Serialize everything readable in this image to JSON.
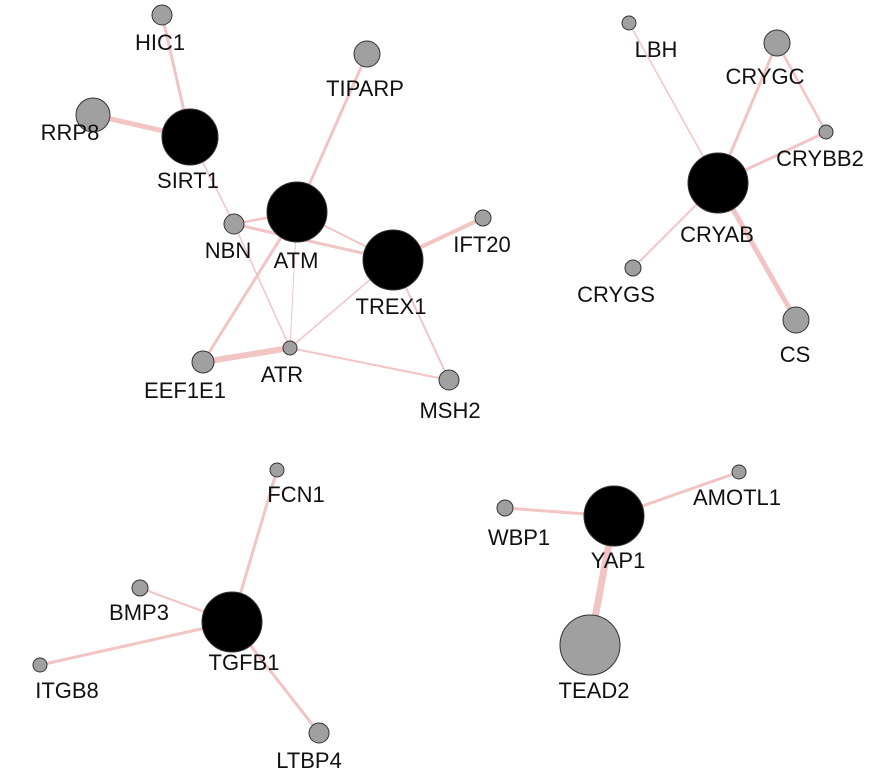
{
  "colors": {
    "hub": "#000000",
    "node": "#a0a0a0",
    "edge": "#f2c4c4",
    "label": "#111111"
  },
  "nodes": [
    {
      "id": "HIC1",
      "type": "node"
    },
    {
      "id": "RRP8",
      "type": "node"
    },
    {
      "id": "SIRT1",
      "type": "hub"
    },
    {
      "id": "TIPARP",
      "type": "node"
    },
    {
      "id": "ATM",
      "type": "hub"
    },
    {
      "id": "NBN",
      "type": "node"
    },
    {
      "id": "TREX1",
      "type": "hub"
    },
    {
      "id": "IFT20",
      "type": "node"
    },
    {
      "id": "EEF1E1",
      "type": "node"
    },
    {
      "id": "ATR",
      "type": "node"
    },
    {
      "id": "MSH2",
      "type": "node"
    },
    {
      "id": "LBH",
      "type": "node"
    },
    {
      "id": "CRYGC",
      "type": "node"
    },
    {
      "id": "CRYBB2",
      "type": "node"
    },
    {
      "id": "CRYAB",
      "type": "hub"
    },
    {
      "id": "CRYGS",
      "type": "node"
    },
    {
      "id": "CS",
      "type": "node"
    },
    {
      "id": "FCN1",
      "type": "node"
    },
    {
      "id": "BMP3",
      "type": "node"
    },
    {
      "id": "ITGB8",
      "type": "node"
    },
    {
      "id": "TGFB1",
      "type": "hub"
    },
    {
      "id": "LTBP4",
      "type": "node"
    },
    {
      "id": "WBP1",
      "type": "node"
    },
    {
      "id": "AMOTL1",
      "type": "node"
    },
    {
      "id": "YAP1",
      "type": "hub"
    },
    {
      "id": "TEAD2",
      "type": "node"
    }
  ],
  "edges": [
    [
      "SIRT1",
      "HIC1",
      3
    ],
    [
      "SIRT1",
      "RRP8",
      5
    ],
    [
      "SIRT1",
      "NBN",
      1.5
    ],
    [
      "NBN",
      "ATM",
      2.5
    ],
    [
      "NBN",
      "TREX1",
      3
    ],
    [
      "NBN",
      "ATR",
      1.5
    ],
    [
      "ATM",
      "TIPARP",
      3
    ],
    [
      "ATM",
      "TREX1",
      2
    ],
    [
      "ATM",
      "EEF1E1",
      3
    ],
    [
      "ATM",
      "ATR",
      1
    ],
    [
      "TREX1",
      "IFT20",
      4
    ],
    [
      "TREX1",
      "ATR",
      1.5
    ],
    [
      "TREX1",
      "MSH2",
      2
    ],
    [
      "EEF1E1",
      "ATR",
      6
    ],
    [
      "ATR",
      "MSH2",
      2
    ],
    [
      "CRYAB",
      "LBH",
      1.5
    ],
    [
      "CRYAB",
      "CRYGC",
      3
    ],
    [
      "CRYAB",
      "CRYBB2",
      3
    ],
    [
      "CRYGC",
      "CRYBB2",
      2.5
    ],
    [
      "CRYAB",
      "CRYGS",
      2
    ],
    [
      "CRYAB",
      "CS",
      5
    ],
    [
      "TGFB1",
      "FCN1",
      3
    ],
    [
      "TGFB1",
      "BMP3",
      2
    ],
    [
      "TGFB1",
      "ITGB8",
      3
    ],
    [
      "TGFB1",
      "LTBP4",
      3
    ],
    [
      "YAP1",
      "WBP1",
      3
    ],
    [
      "YAP1",
      "AMOTL1",
      3
    ],
    [
      "YAP1",
      "TEAD2",
      7
    ]
  ]
}
